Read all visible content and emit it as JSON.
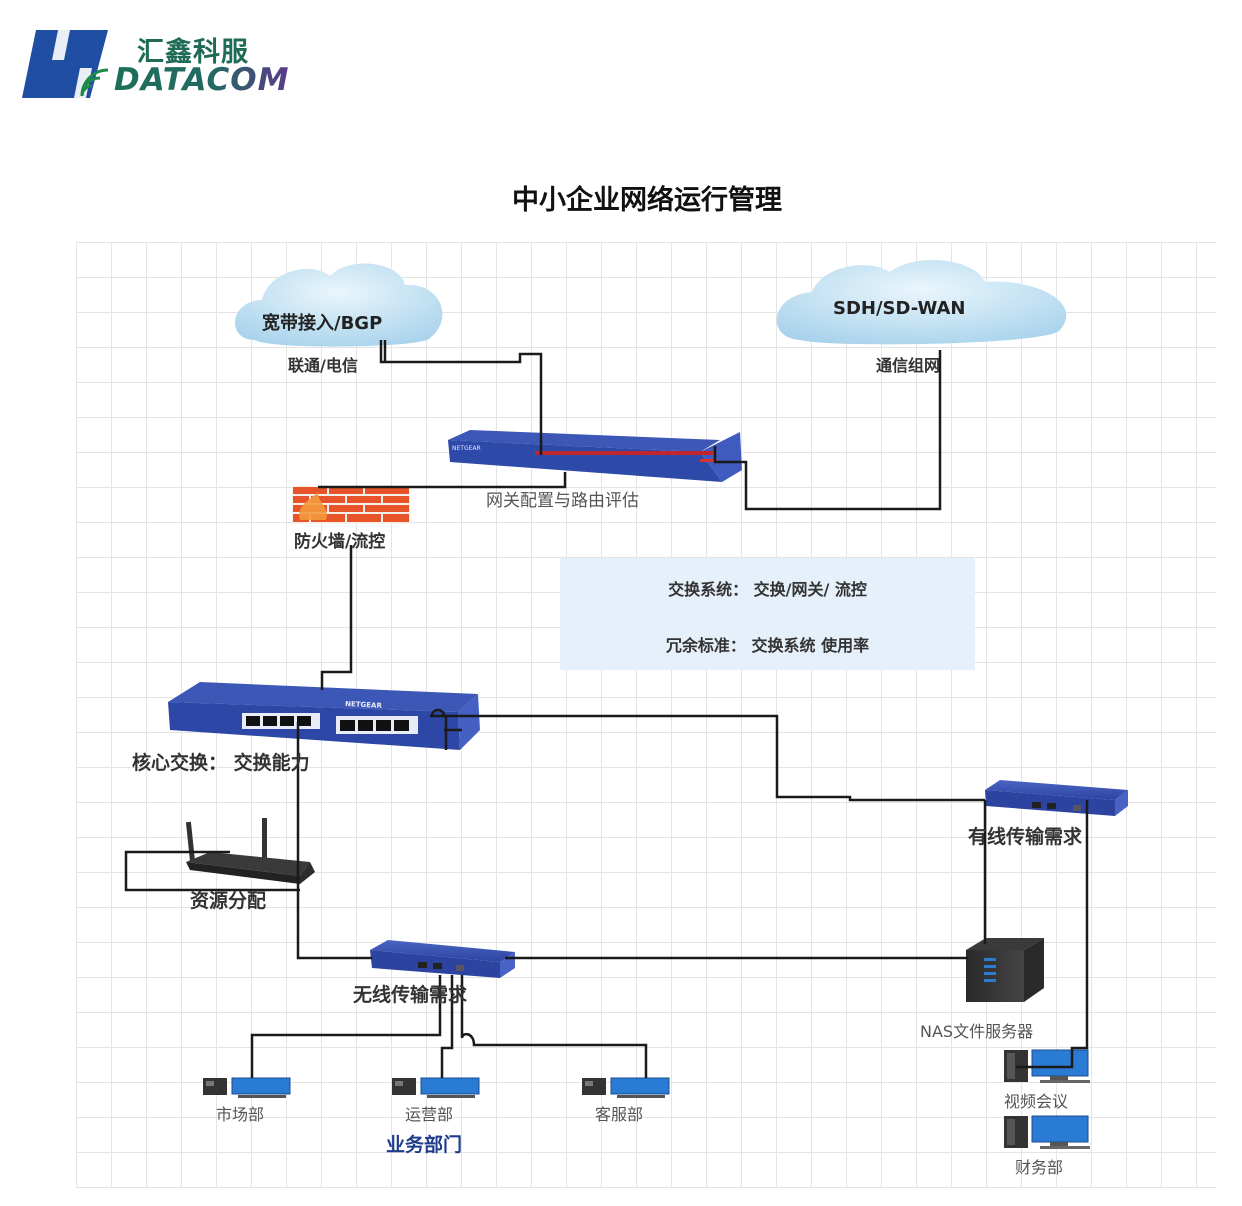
{
  "logo": {
    "chinese_name": "汇鑫科服",
    "english_name": "DATACOM",
    "colors": {
      "blue": "#1f4ea3",
      "green": "#1f6b55",
      "purple": "#5a3a8c"
    }
  },
  "title": "中小企业网络运行管理",
  "diagram": {
    "clouds": [
      {
        "id": "broadband",
        "label": "宽带接入/BGP",
        "sublabel": "联通/电信"
      },
      {
        "id": "wan",
        "label": "SDH/SD-WAN",
        "sublabel": "通信组网"
      }
    ],
    "devices": {
      "gateway": {
        "label": "网关配置与路由评估",
        "brand": "NETGEAR"
      },
      "firewall": {
        "label": "防火墙/流控"
      },
      "core_switch": {
        "label": "核心交换：  交换能力",
        "brand": "NETGEAR"
      },
      "wireless_router": {
        "label": "资源分配"
      },
      "wired_switch": {
        "label": "有线传输需求"
      },
      "wireless_switch": {
        "label": "无线传输需求"
      },
      "nas": {
        "label": "NAS文件服务器"
      }
    },
    "info_box": {
      "line1": "交换系统：  交换/网关/ 流控",
      "line2": "冗余标准：  交换系统 使用率"
    },
    "departments": [
      {
        "label": "市场部"
      },
      {
        "label": "运营部"
      },
      {
        "label": "客服部"
      }
    ],
    "department_group_label": "业务部门",
    "right_terminals": [
      {
        "label": "视频会议"
      },
      {
        "label": "财务部"
      }
    ],
    "colors": {
      "device_blue": "#3a55b0",
      "cloud_blue": "#bfe0f2",
      "firewall_orange": "#e8542a",
      "info_box_bg": "#e6f0fa",
      "group_label": "#1f3c8a",
      "wire": "#1a1a1a"
    }
  }
}
